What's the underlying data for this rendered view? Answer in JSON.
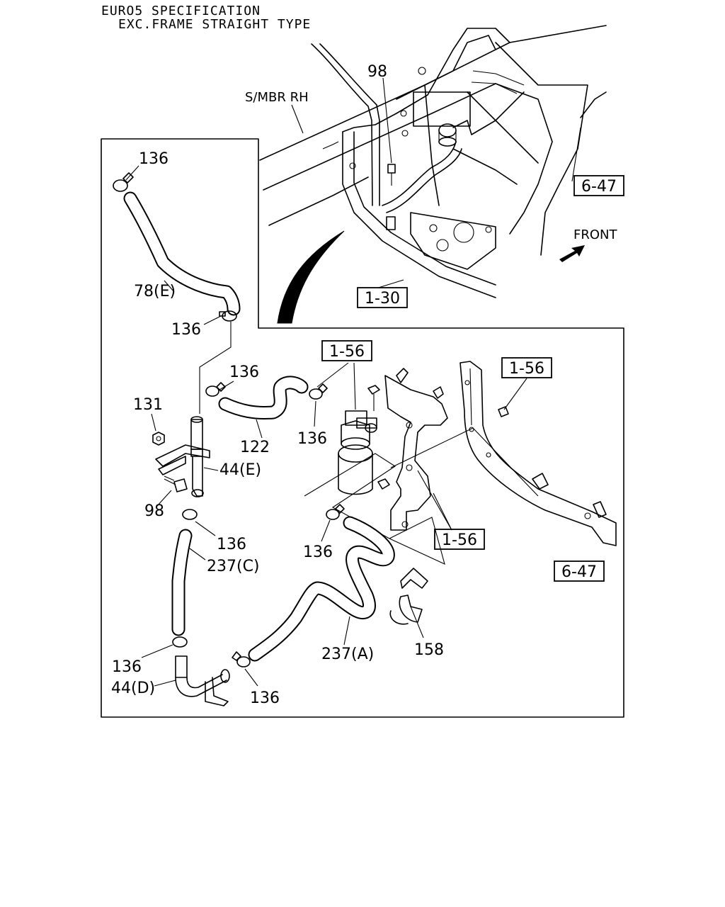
{
  "header": {
    "line1": "EURO5 SPECIFICATION",
    "line2": "EXC.FRAME STRAIGHT TYPE"
  },
  "frame_labels": {
    "s_mbr": "S/MBR RH",
    "front": "FRONT"
  },
  "refs": {
    "r_6_47_top": "6-47",
    "r_1_30": "1-30",
    "r_1_56_a": "1-56",
    "r_1_56_b": "1-56",
    "r_1_56_c": "1-56",
    "r_6_47_bottom": "6-47"
  },
  "callouts": {
    "c98_top": "98",
    "c136_a": "136",
    "c78e": "78(E)",
    "c136_b": "136",
    "c136_c": "136",
    "c131": "131",
    "c122": "122",
    "c136_d": "136",
    "c44e": "44(E)",
    "c98_b": "98",
    "c136_e": "136",
    "c237c": "237(C)",
    "c136_f": "136",
    "c237a": "237(A)",
    "c158": "158",
    "c136_g": "136",
    "c44d": "44(D)",
    "c136_h": "136"
  }
}
